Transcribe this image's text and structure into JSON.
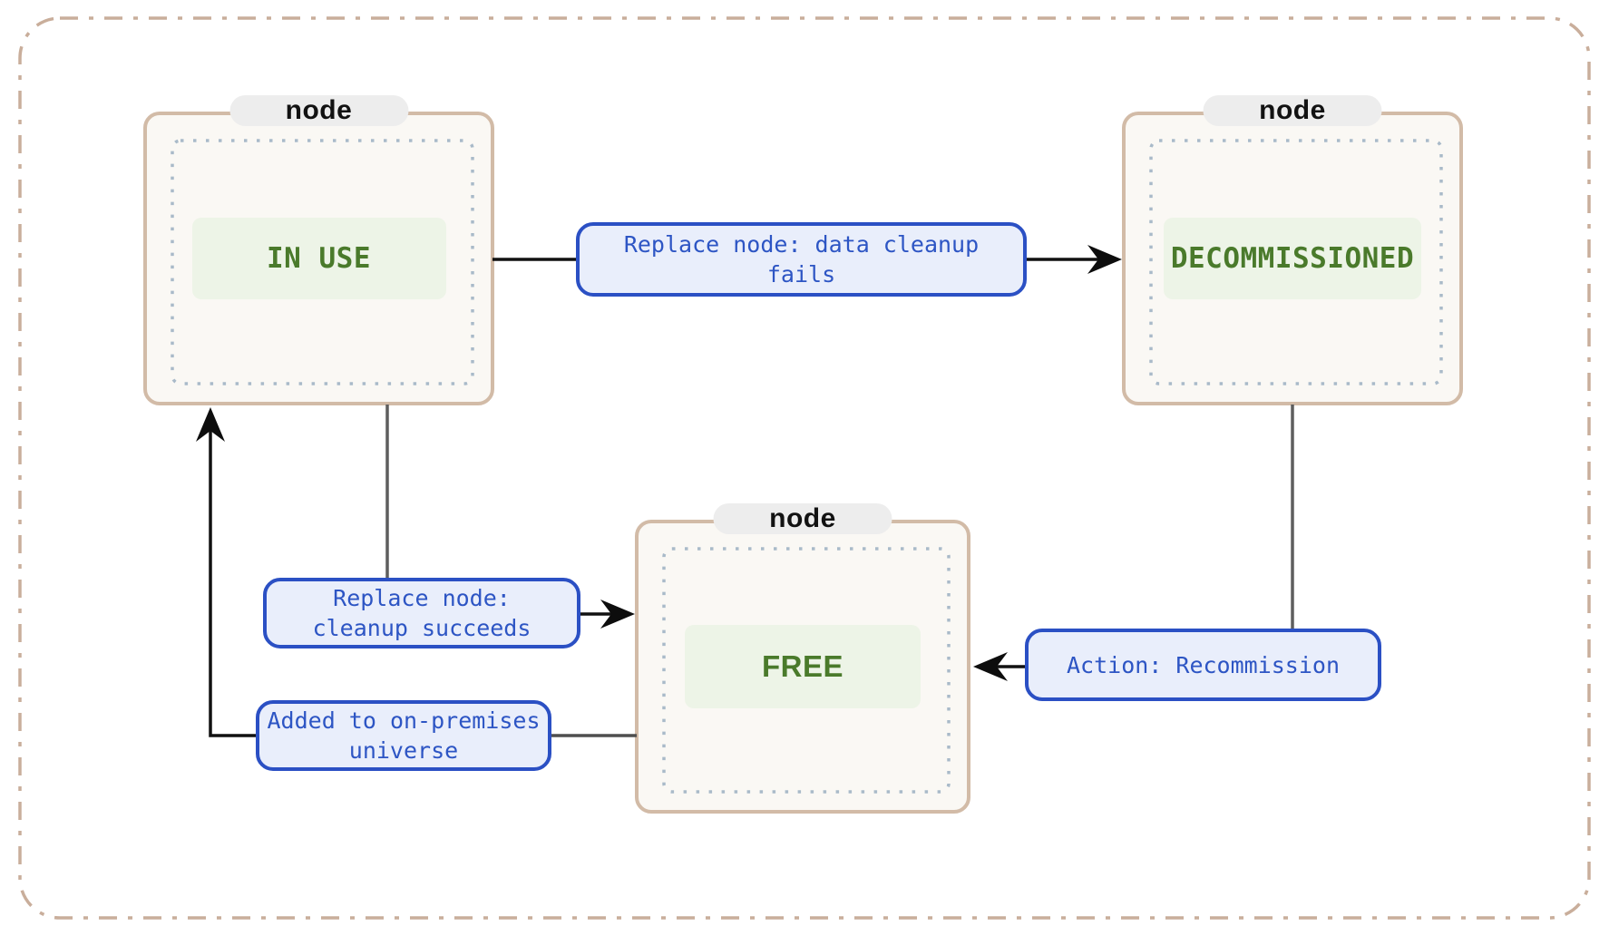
{
  "diagram": {
    "type": "state-transition",
    "colors": {
      "outer_border": "#c9ae9b",
      "node_border": "#d2bba7",
      "node_bg": "#faf8f4",
      "pill_bg": "#ededed",
      "dotted_border": "#a9bac9",
      "state_bg": "#edf4e7",
      "state_text": "#4a7a2b",
      "edge_label_border": "#2b50c4",
      "edge_label_bg": "#e9eefb",
      "edge_label_text": "#2d55c4",
      "line_black": "#111111",
      "line_gray": "#5e5e5e"
    },
    "nodes": [
      {
        "id": "in_use",
        "pill": "node",
        "state": "IN USE"
      },
      {
        "id": "decommissioned",
        "pill": "node",
        "state": "DECOMMISSIONED"
      },
      {
        "id": "free",
        "pill": "node",
        "state": "FREE"
      }
    ],
    "edges": [
      {
        "from": "in_use",
        "to": "decommissioned",
        "label": "Replace node: data cleanup\nfails"
      },
      {
        "from": "in_use",
        "to": "free",
        "label": "Replace node:\ncleanup succeeds"
      },
      {
        "from": "free",
        "to": "in_use",
        "label": "Added to on-premises\nuniverse"
      },
      {
        "from": "decommissioned",
        "to": "free",
        "label": "Action: Recommission"
      }
    ]
  }
}
